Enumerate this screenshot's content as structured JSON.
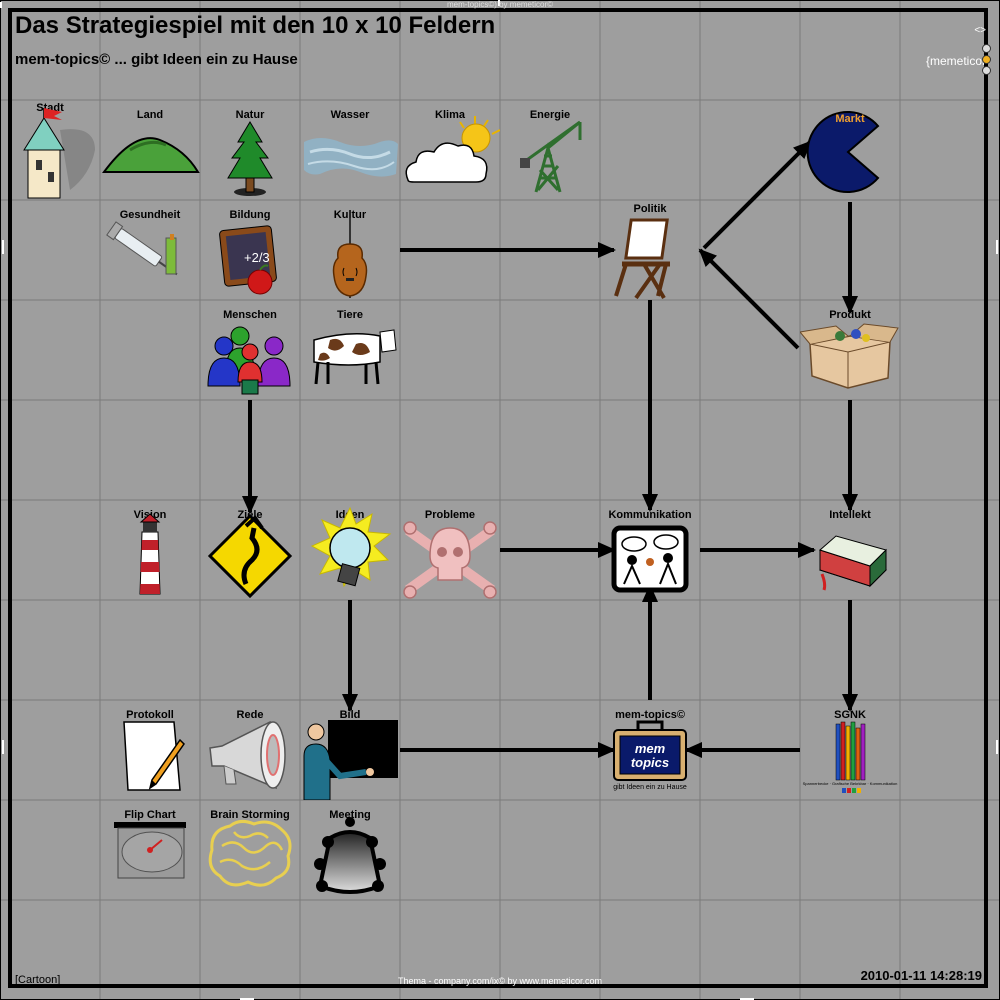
{
  "header": {
    "title": "Das Strategiespiel mit den 10 x 10 Feldern",
    "subtitle": "mem-topics© ... gibt Ideen ein zu Hause",
    "top_note": "mem-topics©) by memeticor©",
    "corner_code": "<>",
    "brand": "{memeticor"
  },
  "footer": {
    "left": "[Cartoon]",
    "center": "Thema - company.com/ix© by www.memeticor.com",
    "date": "2010-01-11 14:28:19"
  },
  "grid": {
    "rows": 10,
    "cols": 10
  },
  "nodes": {
    "stadt": "Stadt",
    "land": "Land",
    "natur": "Natur",
    "wasser": "Wasser",
    "klima": "Klima",
    "energie": "Energie",
    "markt": "Markt",
    "gesundheit": "Gesundheit",
    "bildung": "Bildung",
    "kultur": "Kultur",
    "politik": "Politik",
    "menschen": "Menschen",
    "tiere": "Tiere",
    "produkt": "Produkt",
    "vision": "Vision",
    "ziele": "Ziele",
    "ideen": "Ideen",
    "probleme": "Probleme",
    "kommunikation": "Kommunikation",
    "intellekt": "Intellekt",
    "protokoll": "Protokoll",
    "rede": "Rede",
    "bild": "Bild",
    "memtopics": "mem-topics©",
    "memtopics_sub": "gibt Ideen ein zu Hause",
    "memtopics_logo_line1": "mem",
    "memtopics_logo_line2": "topics",
    "sgnk": "SGNK",
    "sgnk_sub": "Spannerbecke · Grafische Bekrkbar · Kommunikation",
    "flipchart": "Flip Chart",
    "brainstorming": "Brain Storming",
    "meeting": "Meeting",
    "bildung_formula": "+2/3"
  },
  "icons": {
    "stadt": "tower-icon",
    "land": "hill-icon",
    "natur": "tree-icon",
    "wasser": "water-icon",
    "klima": "sun-cloud-icon",
    "energie": "crane-icon",
    "markt": "pacman-icon",
    "gesundheit": "syringe-icon",
    "bildung": "slate-apple-icon",
    "kultur": "cello-icon",
    "politik": "chair-icon",
    "menschen": "people-icon",
    "tiere": "cow-icon",
    "produkt": "box-icon",
    "vision": "lighthouse-icon",
    "ziele": "road-sign-icon",
    "ideen": "lightbulb-icon",
    "probleme": "skull-icon",
    "kommunikation": "dialog-icon",
    "intellekt": "book-icon",
    "protokoll": "paper-pencil-icon",
    "rede": "megaphone-icon",
    "bild": "presenter-icon",
    "memtopics": "suitcase-icon",
    "sgnk": "pencils-icon",
    "flipchart": "flipchart-icon",
    "brainstorming": "brain-icon",
    "meeting": "meeting-icon"
  },
  "connections": [
    {
      "from": "Kultur",
      "to": "Politik"
    },
    {
      "from": "Produkt",
      "to": "Politik"
    },
    {
      "from": "Politik",
      "to": "Markt"
    },
    {
      "from": "Markt",
      "to": "Produkt"
    },
    {
      "from": "Politik",
      "to": "Kommunikation"
    },
    {
      "from": "Produkt",
      "to": "Intellekt"
    },
    {
      "from": "Menschen",
      "to": "Ziele"
    },
    {
      "from": "Probleme",
      "to": "Kommunikation"
    },
    {
      "from": "Kommunikation",
      "to": "Intellekt"
    },
    {
      "from": "Intellekt",
      "to": "SGNK"
    },
    {
      "from": "Ideen",
      "to": "Bild"
    },
    {
      "from": "Bild",
      "to": "mem-topics©"
    },
    {
      "from": "SGNK",
      "to": "mem-topics©"
    },
    {
      "from": "mem-topics©",
      "to": "Kommunikation"
    }
  ],
  "colors": {
    "background": "#9e9e9e",
    "grid_line": "#7a7a7a",
    "arrow": "#000000"
  }
}
